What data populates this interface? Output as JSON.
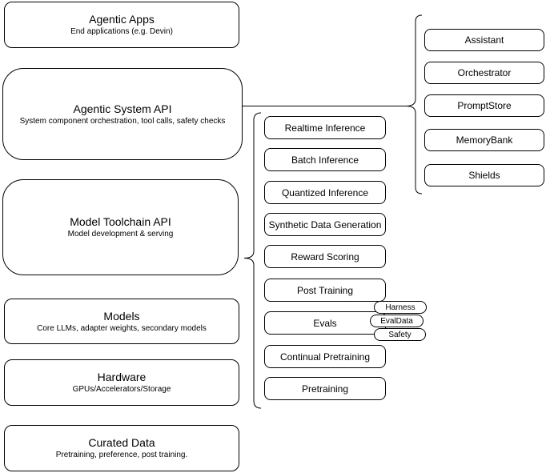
{
  "diagram": {
    "left_stack": [
      {
        "title": "Agentic Apps",
        "subtitle": "End applications (e.g. Devin)"
      },
      {
        "title": "Agentic System API",
        "subtitle": "System component orchestration, tool calls, safety checks"
      },
      {
        "title": "Model Toolchain API",
        "subtitle": "Model development & serving"
      },
      {
        "title": "Models",
        "subtitle": "Core LLMs, adapter weights, secondary models"
      },
      {
        "title": "Hardware",
        "subtitle": "GPUs/Accelerators/Storage"
      },
      {
        "title": "Curated Data",
        "subtitle": "Pretraining, preference, post training."
      }
    ],
    "toolchain_items": [
      "Realtime Inference",
      "Batch Inference",
      "Quantized Inference",
      "Synthetic Data Generation",
      "Reward Scoring",
      "Post Training",
      "Evals",
      "Continual Pretraining",
      "Pretraining"
    ],
    "eval_badges": [
      "Harness",
      "EvalData",
      "Safety"
    ],
    "system_components": [
      "Assistant",
      "Orchestrator",
      "PromptStore",
      "MemoryBank",
      "Shields"
    ],
    "colors": {
      "stroke": "#000000",
      "fill": "#ffffff",
      "text": "#000000"
    }
  }
}
